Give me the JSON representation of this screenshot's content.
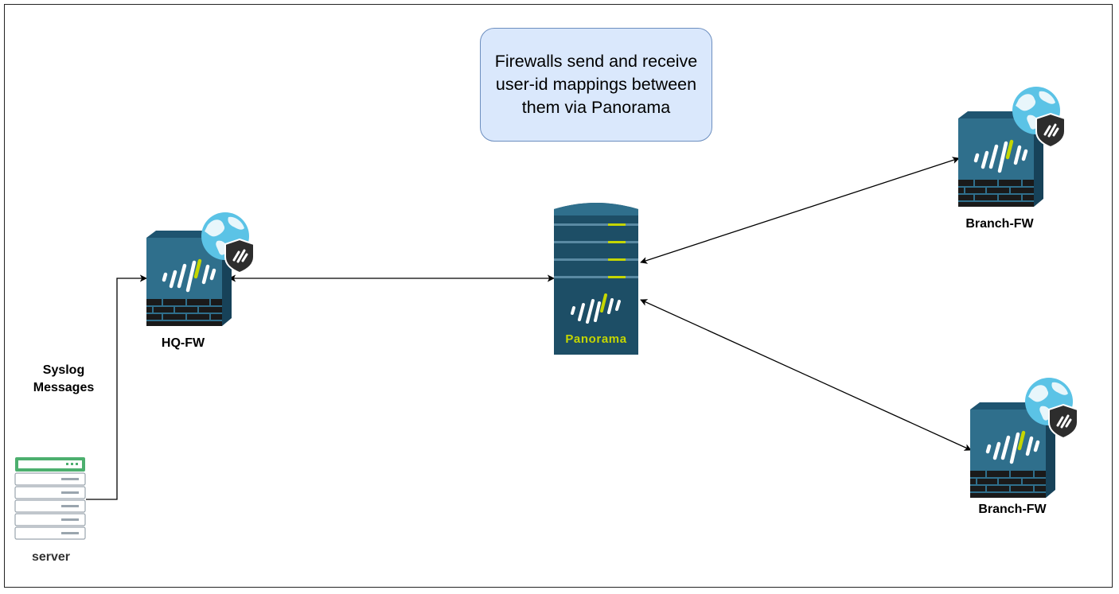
{
  "callout": {
    "text": "Firewalls send and receive user-id mappings between them via Panorama"
  },
  "nodes": {
    "hq_fw": {
      "label": "HQ-FW",
      "icon": "firewall-globe-shield-icon"
    },
    "panorama": {
      "label": "Panorama",
      "icon": "panorama-server-icon"
    },
    "branch_fw_top": {
      "label": "Branch-FW",
      "icon": "firewall-globe-shield-icon"
    },
    "branch_fw_bottom": {
      "label": "Branch-FW",
      "icon": "firewall-globe-shield-icon"
    },
    "server": {
      "label": "server",
      "icon": "server-rack-icon"
    }
  },
  "edges": {
    "syslog": {
      "label": "Syslog\nMessages",
      "from": "server",
      "to": "hq_fw",
      "arrow": "end"
    },
    "hq_panorama": {
      "from": "hq_fw",
      "to": "panorama",
      "arrow": "both"
    },
    "panorama_branch_top": {
      "from": "panorama",
      "to": "branch_fw_top",
      "arrow": "both"
    },
    "panorama_branch_bottom": {
      "from": "panorama",
      "to": "branch_fw_bottom",
      "arrow": "both"
    }
  },
  "colors": {
    "device_body": "#2f6f8c",
    "device_dark": "#1d4e66",
    "brand_green": "#c4d600",
    "globe_ocean": "#5bc3e6",
    "globe_land": "#e8f6fb",
    "shield": "#2d2d2d",
    "server_green": "#4caf6e",
    "callout_fill": "#dae8fc",
    "callout_stroke": "#6c8ebf"
  }
}
